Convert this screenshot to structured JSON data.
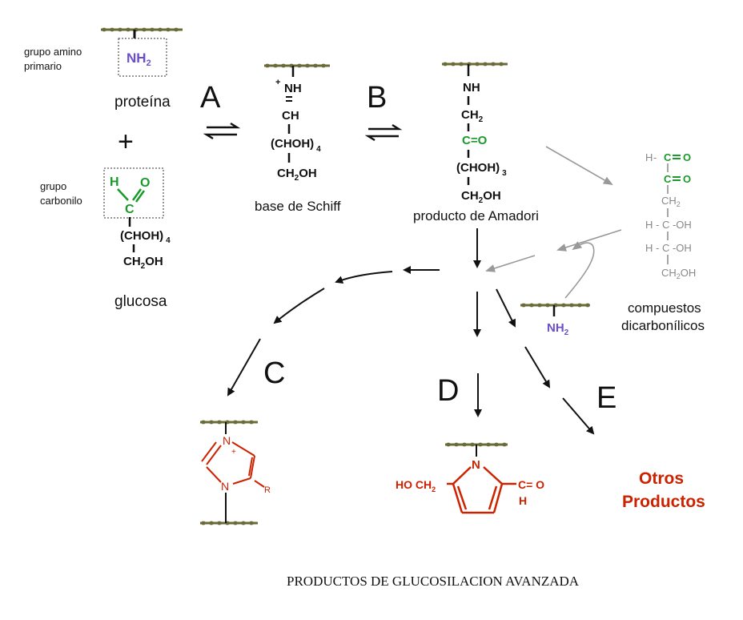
{
  "labels": {
    "grupo_amino_1": "grupo amino",
    "grupo_amino_2": "primario",
    "proteina": "proteína",
    "plus": "+",
    "grupo_carbonilo_1": "grupo",
    "grupo_carbonilo_2": "carbonilo",
    "glucosa": "glucosa",
    "base_schiff": "base de Schiff",
    "amadori": "producto de Amadori",
    "compuestos_1": "compuestos",
    "compuestos_2": "dicarbonílicos",
    "otros_1": "Otros",
    "otros_2": "Productos",
    "footer": "PRODUCTOS DE GLUCOSILACION AVANZADA"
  },
  "steps": {
    "A": "A",
    "B": "B",
    "C": "C",
    "D": "D",
    "E": "E"
  },
  "chem": {
    "nh2": "NH",
    "sub2": "2",
    "sub3": "3",
    "sub4": "4",
    "h": "H",
    "o": "O",
    "c": "C",
    "chohh": "(CHOH)",
    "ch2oh_ch": "CH",
    "ch2oh_oh": "OH",
    "nh": "NH",
    "plus_charge": "+",
    "eq": "=",
    "ch": "CH",
    "ch2": "CH",
    "co": "C=O",
    "hc_o": "H - C = O",
    "c_o": "C = O",
    "hc_oh": "H - C - OH",
    "n": "N",
    "r": "R",
    "hoch2_a": "HO CH",
    "c_eq_o": "C= O"
  },
  "colors": {
    "protein_chain": "#6b6b3a",
    "green": "#1a9a2a",
    "purple": "#6a4fc8",
    "red": "#cc2200",
    "gray": "#8a8a8a",
    "black": "#111111"
  }
}
